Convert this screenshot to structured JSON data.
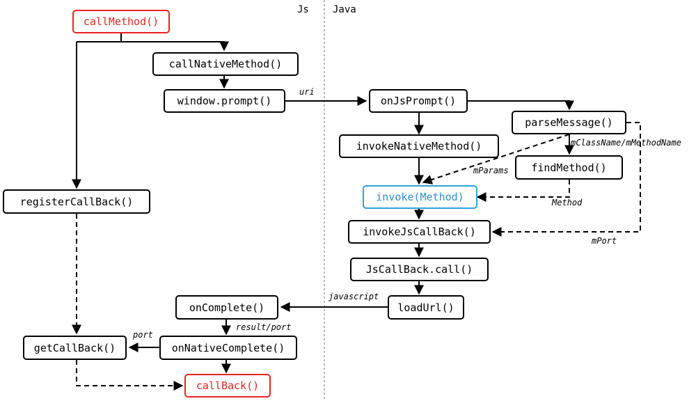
{
  "columns": {
    "left": "Js",
    "right": "Java"
  },
  "nodes": {
    "callMethod": "callMethod()",
    "callNativeMethod": "callNativeMethod()",
    "windowPrompt": "window.prompt()",
    "onJsPrompt": "onJsPrompt()",
    "parseMessage": "parseMessage()",
    "invokeNativeMethod": "invokeNativeMethod()",
    "findMethod": "findMethod()",
    "invokeMethod": "invoke(Method)",
    "invokeJsCallBack": "invokeJsCallBack()",
    "jsCallBackCall": "JsCallBack.call()",
    "loadUrl": "loadUrl()",
    "onComplete": "onComplete()",
    "onNativeComplete": "onNativeComplete()",
    "getCallBack": "getCallBack()",
    "callBack": "callBack()",
    "registerCallBack": "registerCallBack()"
  },
  "edge_labels": {
    "uri": "uri",
    "mClassName": "mClassName/mMethodName",
    "mParams": "mParams",
    "method": "Method",
    "mPort": "mPort",
    "javascript": "javascript",
    "resultPort": "result/port",
    "port": "port"
  },
  "colors": {
    "highlight_red": "#e8231f",
    "highlight_blue": "#2ea3dc",
    "line": "#000000"
  }
}
